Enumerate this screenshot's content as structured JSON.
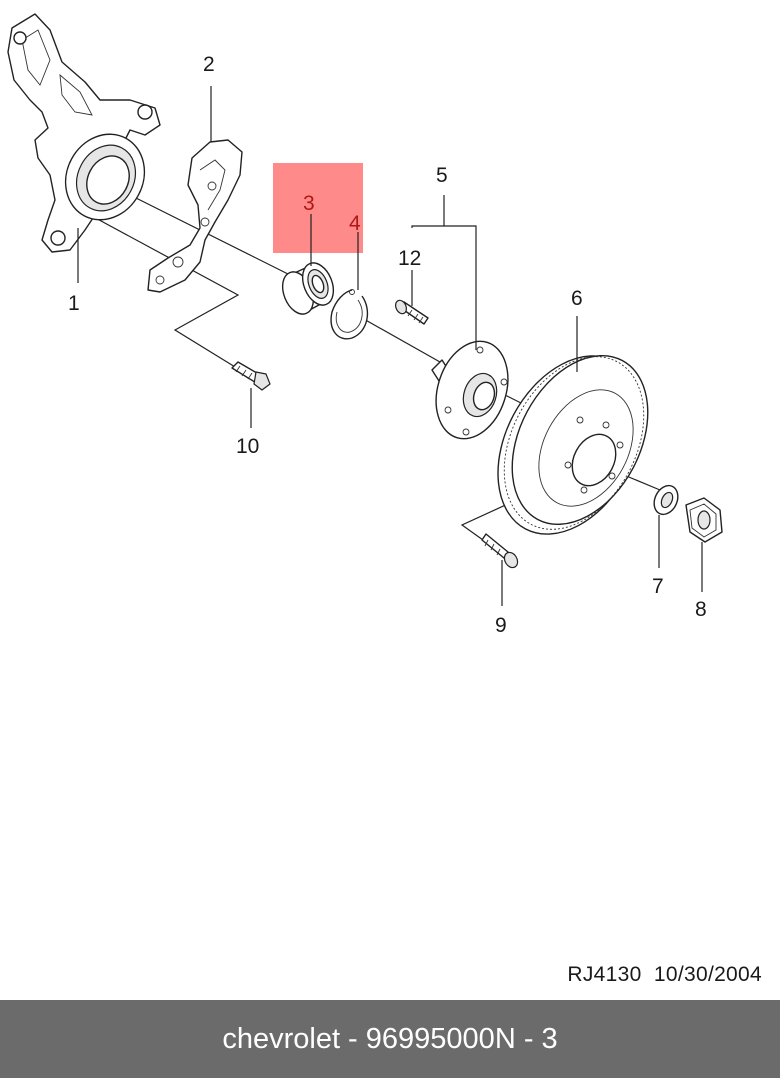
{
  "diagram": {
    "callouts": [
      {
        "id": "1",
        "label": "1"
      },
      {
        "id": "2",
        "label": "2"
      },
      {
        "id": "3",
        "label": "3",
        "highlighted": true
      },
      {
        "id": "4",
        "label": "4"
      },
      {
        "id": "5",
        "label": "5"
      },
      {
        "id": "6",
        "label": "6"
      },
      {
        "id": "7",
        "label": "7"
      },
      {
        "id": "8",
        "label": "8"
      },
      {
        "id": "9",
        "label": "9"
      },
      {
        "id": "10",
        "label": "10"
      },
      {
        "id": "12",
        "label": "12"
      }
    ],
    "highlight_color": "#ff8a8a",
    "highlight_label_color": "#b01818"
  },
  "reference": {
    "code": "RJ4130",
    "date": "10/30/2004"
  },
  "footer": {
    "brand": "chevrolet",
    "part_number": "96995000",
    "position": "N - 3",
    "bar_color": "#6b6b6b"
  },
  "icons": {
    "steering_knuckle": "steering-knuckle-icon",
    "dust_shield": "dust-shield-icon",
    "wheel_bearing": "wheel-bearing-icon",
    "snap_ring": "snap-ring-icon",
    "wheel_hub": "wheel-hub-icon",
    "brake_disc": "brake-disc-icon",
    "washer": "washer-icon",
    "nut": "hex-nut-icon",
    "bolt": "bolt-icon",
    "stud": "wheel-stud-icon"
  }
}
